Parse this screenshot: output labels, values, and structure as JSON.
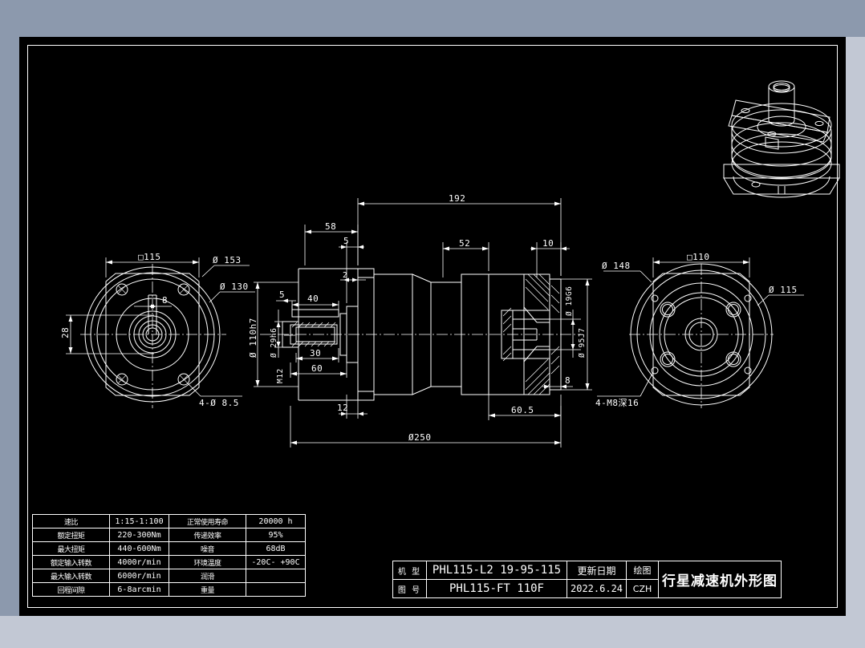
{
  "drawing": {
    "title": "行星减速机外形图",
    "background_color": "#000000",
    "line_color": "#ffffff",
    "page_color": "#8c99ad"
  },
  "views": {
    "left_view": {
      "name": "input flange front view",
      "dims": {
        "square": "□115",
        "outer_dia": "Ø 153",
        "bolt_circle": "Ø 130",
        "key_width": "8",
        "shaft_height": "28",
        "holes": "4-Ø 8.5"
      }
    },
    "section_view": {
      "name": "longitudinal section",
      "dims": {
        "overall_length": "192",
        "front_len": "58",
        "mid_len": "52",
        "flange_t": "5",
        "step_2": "2",
        "small_5": "5",
        "len_40": "40",
        "len_30": "30",
        "len_60": "60",
        "len_12": "12",
        "len_10": "10",
        "len_8": "8",
        "len_605": "60.5",
        "pilot_dia": "Ø 110h7",
        "input_shaft": "Ø 29h6",
        "thread": "M12",
        "output_shaft": "Ø 19G6",
        "output_pilot": "Ø 95J7",
        "body_dia": "Ø250"
      }
    },
    "right_view": {
      "name": "output flange front view",
      "dims": {
        "square": "□110",
        "outer_dia": "Ø 148",
        "bolt_circle": "Ø 115",
        "tapped": "4-M8深16"
      }
    },
    "iso_view": {
      "name": "isometric 3d model"
    }
  },
  "spec_table": {
    "rows": [
      {
        "label": "速比",
        "value": "1:15-1:100",
        "label2": "正常使用寿命",
        "value2": "20000 h"
      },
      {
        "label": "额定扭矩",
        "value": "220-300Nm",
        "label2": "传递效率",
        "value2": "95%"
      },
      {
        "label": "最大扭矩",
        "value": "440-600Nm",
        "label2": "噪音",
        "value2": "68dB"
      },
      {
        "label": "额定输入转数",
        "value": "4000r/min",
        "label2": "环境温度",
        "value2": "-20C- +90C"
      },
      {
        "label": "最大输入转数",
        "value": "6000r/min",
        "label2": "润滑",
        "value2": ""
      },
      {
        "label": "回程间隙",
        "value": "6-8arcmin",
        "label2": "重量",
        "value2": ""
      }
    ]
  },
  "title_block": {
    "model_key": "机 型",
    "model_value": "PHL115-L2 19-95-115",
    "drawing_key": "图 号",
    "drawing_value": "PHL115-FT 110F",
    "date_key": "更新日期",
    "date_value": "2022.6.24",
    "drawn_key": "绘图",
    "drawn_value": "CZH",
    "title": "行星减速机外形图"
  }
}
